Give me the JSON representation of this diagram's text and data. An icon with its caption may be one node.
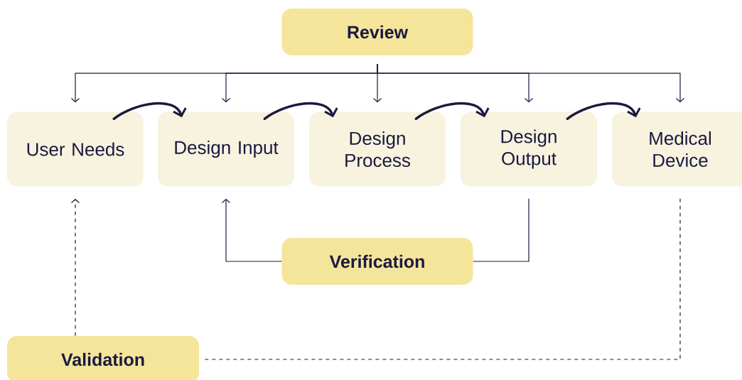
{
  "diagram": {
    "nodes": [
      {
        "text": [
          "Review"
        ]
      },
      {
        "text": [
          "User Needs"
        ]
      },
      {
        "text": [
          "Design Input"
        ]
      },
      {
        "text": [
          "Design Process"
        ]
      },
      {
        "text": [
          "Design Output"
        ]
      },
      {
        "text": [
          "Medical Device"
        ]
      },
      {
        "text": [
          "Verification"
        ]
      },
      {
        "text": [
          "Validation"
        ]
      }
    ],
    "edges": [
      {
        "from": 0,
        "to": 1,
        "arrow": "to"
      },
      {
        "from": 0,
        "to": 2,
        "arrow": "to"
      },
      {
        "from": 0,
        "to": 3,
        "arrow": "to"
      },
      {
        "from": 0,
        "to": 4,
        "arrow": "to"
      },
      {
        "from": 0,
        "to": 5,
        "arrow": "to"
      },
      {
        "from": 1,
        "to": 2,
        "arrow": "to",
        "style": "thick"
      },
      {
        "from": 2,
        "to": 3,
        "arrow": "to",
        "style": "thick"
      },
      {
        "from": 3,
        "to": 4,
        "arrow": "to",
        "style": "thick"
      },
      {
        "from": 4,
        "to": 5,
        "arrow": "to",
        "style": "thick"
      },
      {
        "from": 4,
        "to": 6,
        "arrow": "none"
      },
      {
        "from": 6,
        "to": 2,
        "arrow": "to"
      },
      {
        "from": 5,
        "to": 7,
        "arrow": "none",
        "style": "dashed"
      },
      {
        "from": 7,
        "to": 1,
        "arrow": "to",
        "style": "dashed"
      }
    ]
  }
}
